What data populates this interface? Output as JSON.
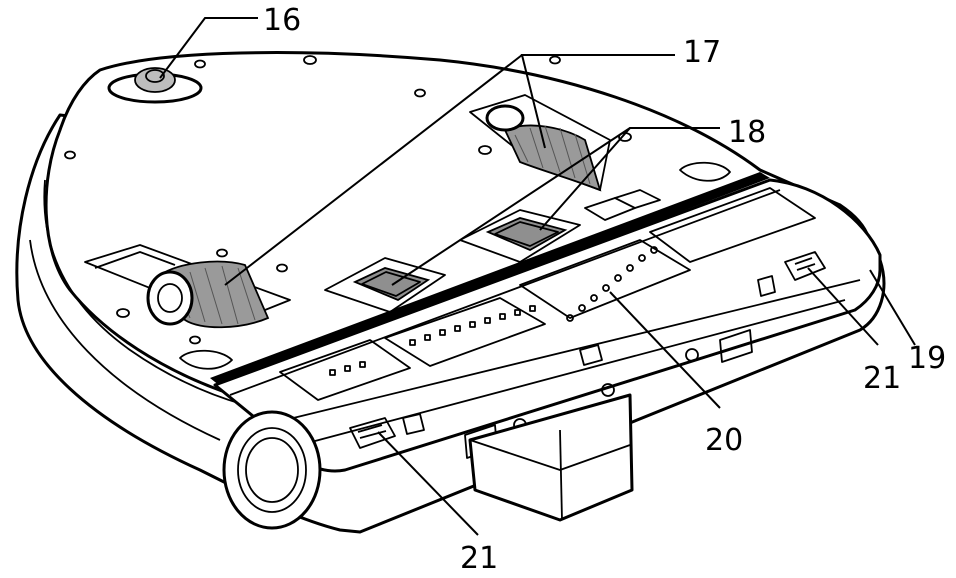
{
  "callouts": {
    "c16": "16",
    "c17": "17",
    "c18": "18",
    "c19": "19",
    "c20": "20",
    "c21_right": "21",
    "c21_bottom": "21"
  },
  "colors": {
    "ink": "#000000",
    "paper": "#ffffff",
    "brush_fill": "#9a9a9a"
  }
}
